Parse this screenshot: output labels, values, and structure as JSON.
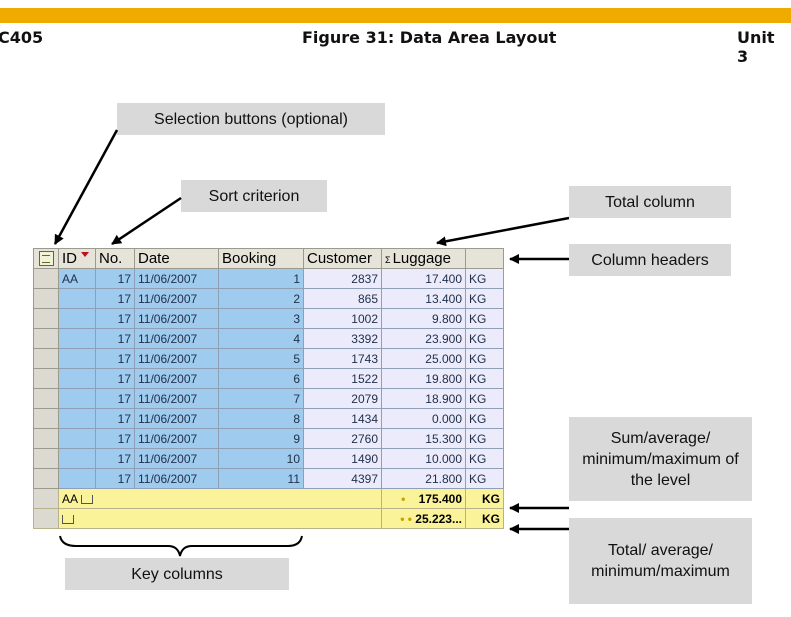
{
  "header": {
    "course": "C405",
    "title": "Figure 31: Data Area Layout",
    "unit": "Unit 3"
  },
  "callouts": {
    "selection_buttons": "Selection buttons (optional)",
    "sort_criterion": "Sort criterion",
    "total_column": "Total column",
    "column_headers": "Column headers",
    "sum_level": "Sum/average/ minimum/maximum of the level",
    "total": "Total/ average/ minimum/maximum",
    "key_columns": "Key columns"
  },
  "table": {
    "columns": [
      "ID",
      "No.",
      "Date",
      "Booking",
      "Customer",
      "Luggage",
      ""
    ],
    "id_value": "AA",
    "rows": [
      {
        "no": "17",
        "date": "11/06/2007",
        "booking": "1",
        "customer": "2837",
        "luggage": "17.400",
        "unit": "KG"
      },
      {
        "no": "17",
        "date": "11/06/2007",
        "booking": "2",
        "customer": "865",
        "luggage": "13.400",
        "unit": "KG"
      },
      {
        "no": "17",
        "date": "11/06/2007",
        "booking": "3",
        "customer": "1002",
        "luggage": "9.800",
        "unit": "KG"
      },
      {
        "no": "17",
        "date": "11/06/2007",
        "booking": "4",
        "customer": "3392",
        "luggage": "23.900",
        "unit": "KG"
      },
      {
        "no": "17",
        "date": "11/06/2007",
        "booking": "5",
        "customer": "1743",
        "luggage": "25.000",
        "unit": "KG"
      },
      {
        "no": "17",
        "date": "11/06/2007",
        "booking": "6",
        "customer": "1522",
        "luggage": "19.800",
        "unit": "KG"
      },
      {
        "no": "17",
        "date": "11/06/2007",
        "booking": "7",
        "customer": "2079",
        "luggage": "18.900",
        "unit": "KG"
      },
      {
        "no": "17",
        "date": "11/06/2007",
        "booking": "8",
        "customer": "1434",
        "luggage": "0.000",
        "unit": "KG"
      },
      {
        "no": "17",
        "date": "11/06/2007",
        "booking": "9",
        "customer": "2760",
        "luggage": "15.300",
        "unit": "KG"
      },
      {
        "no": "17",
        "date": "11/06/2007",
        "booking": "10",
        "customer": "1490",
        "luggage": "10.000",
        "unit": "KG"
      },
      {
        "no": "17",
        "date": "11/06/2007",
        "booking": "11",
        "customer": "4397",
        "luggage": "21.800",
        "unit": "KG"
      }
    ],
    "subtotal": {
      "label": "AA",
      "marker": "•",
      "value": "175.400",
      "unit": "KG"
    },
    "total": {
      "marker": "• •",
      "value": "25.223...",
      "unit": "KG"
    }
  },
  "icons": {
    "sort_indicator": "sort-descending-indicator-icon",
    "sum_column": "sigma-icon",
    "selection": "select-all-icon",
    "subtotal": "subtotal-level-icon",
    "total": "total-level-icon"
  },
  "colors": {
    "top_bar": "#f0ab00",
    "key_column": "#9ecbee",
    "value_column": "#ecebfb",
    "total_row": "#fbf39a",
    "callout": "#d9d9d9"
  }
}
